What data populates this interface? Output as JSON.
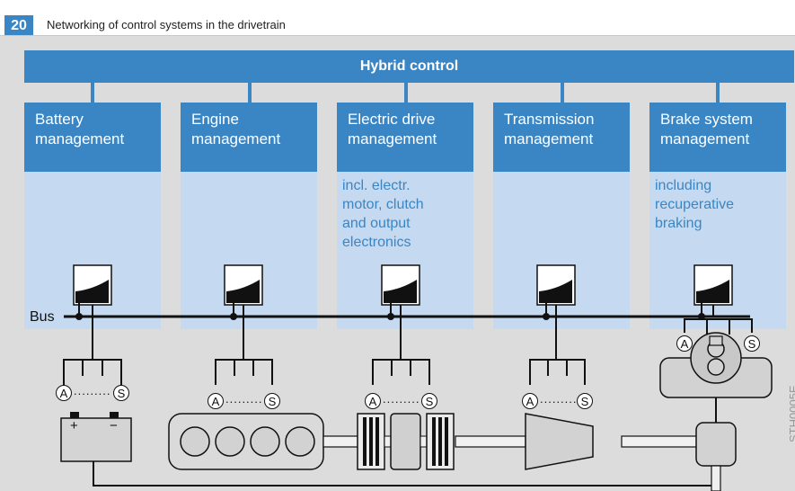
{
  "figure": {
    "number": "20",
    "title": "Networking of control systems in the drivetrain"
  },
  "hybrid_control": "Hybrid control",
  "bus_label": "Bus",
  "managers": [
    {
      "title": "Battery\nmanagement",
      "note": ""
    },
    {
      "title": "Engine\nmanagement",
      "note": ""
    },
    {
      "title": "Electric drive\nmanagement",
      "note": "incl. electr.\nmotor, clutch\nand output\nelectronics"
    },
    {
      "title": "Transmission\nmanagement",
      "note": ""
    },
    {
      "title": "Brake system\nmanagement",
      "note": "including\nrecuperative\nbraking"
    }
  ],
  "actuator_symbol": "A",
  "sensor_symbol": "S",
  "dotted_line": ".........",
  "battery_plus": "+",
  "battery_minus": "−",
  "watermark": "STH0005E",
  "colors": {
    "accent": "#3a86c4",
    "light": "#c5d9f0",
    "panel": "#dcdcdc"
  }
}
